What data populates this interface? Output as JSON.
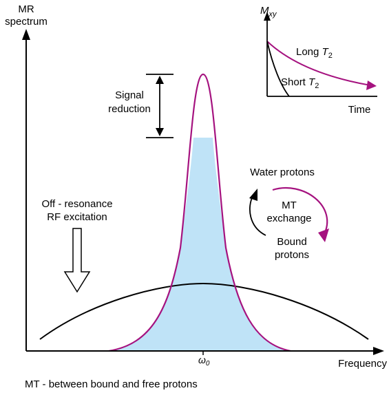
{
  "axes": {
    "y_label_line1": "MR",
    "y_label_line2": "spectrum",
    "x_label": "Frequency",
    "center_freq": "ω",
    "center_freq_sub": "0"
  },
  "signal_reduction": {
    "line1": "Signal",
    "line2": "reduction"
  },
  "off_resonance": {
    "line1": "Off - resonance",
    "line2": "RF excitation"
  },
  "exchange": {
    "water": "Water protons",
    "mt_line1": "MT",
    "mt_line2": "exchange",
    "bound_line1": "Bound",
    "bound_line2": "protons"
  },
  "inset": {
    "y_label": "M",
    "y_label_sub": "xy",
    "x_label": "Time",
    "long_prefix": "Long ",
    "long_T": "T",
    "long_sub": "2",
    "short_prefix": "Short ",
    "short_T": "T",
    "short_sub": "2"
  },
  "caption": "MT - between bound and free protons",
  "colors": {
    "narrow_peak": "#a5127f",
    "saturated_fill": "#bfe3f7",
    "broad_curve": "#000000",
    "exchange_arrow": "#a5127f",
    "long_t2_curve": "#a5127f"
  }
}
